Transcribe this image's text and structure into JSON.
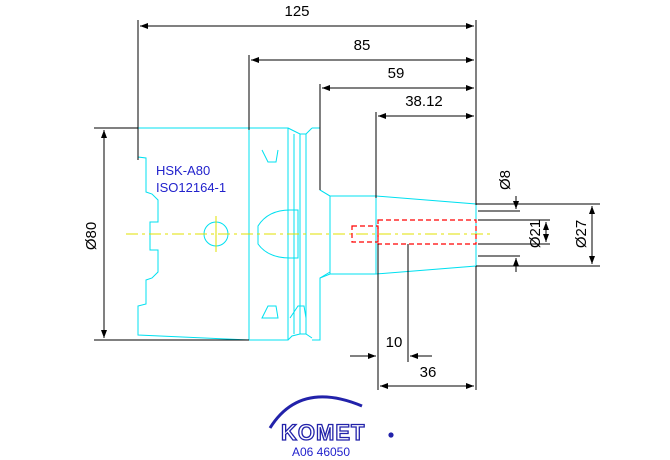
{
  "dimensions": {
    "overall_length": "125",
    "length_85": "85",
    "length_59": "59",
    "length_38": "38.12",
    "diameter_80": "Ø80",
    "diameter_8": "Ø8",
    "diameter_21": "Ø21",
    "diameter_27": "Ø27",
    "depth_10": "10",
    "depth_36": "36"
  },
  "spec": {
    "line1": "HSK-A80",
    "line2": "ISO12164-1"
  },
  "brand": {
    "name": "KOMET",
    "part_number": "A06 46050",
    "color": "#2222aa"
  },
  "colors": {
    "outline": "#00e0f0",
    "centerline": "#e0e000",
    "bore": "#ff0000",
    "dimension": "#000000"
  }
}
